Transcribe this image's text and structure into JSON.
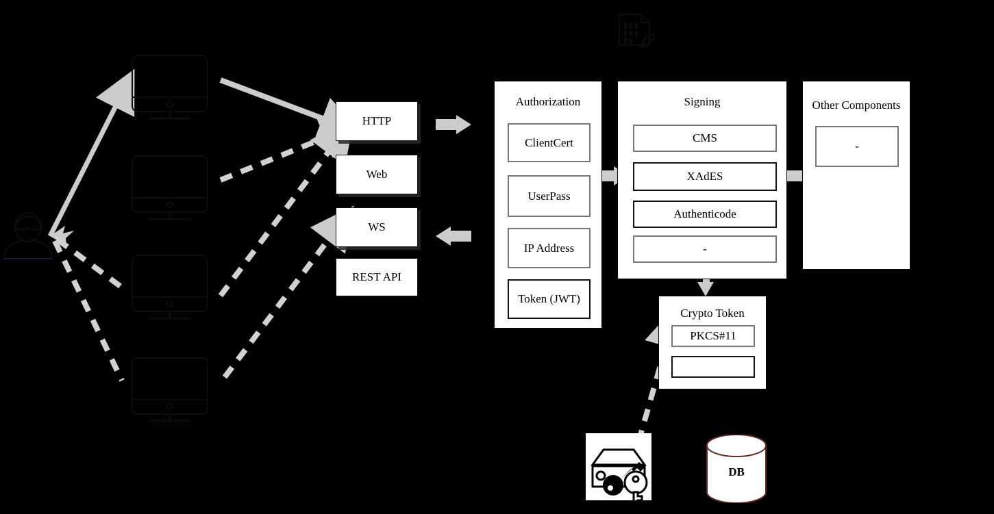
{
  "diagram": {
    "background_color": "#000000",
    "panel_fill": "#ffffff",
    "arrow_color": "#cccccc",
    "dashed_color": "#d2d2d2",
    "inner_box_border": "#777777",
    "db_outline_color": "#5c2c24",
    "icon_stroke_color": "#0d0d0d"
  },
  "actor": {
    "name": "user-actor-icon"
  },
  "clients": [
    {
      "name": "client-workstation-1",
      "icon": "monitor-icon"
    },
    {
      "name": "client-workstation-2",
      "icon": "monitor-icon"
    },
    {
      "name": "client-workstation-3",
      "icon": "monitor-icon"
    },
    {
      "name": "client-workstation-4",
      "icon": "monitor-icon"
    }
  ],
  "protocols": {
    "items": [
      {
        "label": "HTTP"
      },
      {
        "label": "Web"
      },
      {
        "label": "WS"
      },
      {
        "label": "REST API"
      }
    ]
  },
  "authorization": {
    "title": "Authorization",
    "items": [
      {
        "label": "ClientCert"
      },
      {
        "label": "UserPass"
      },
      {
        "label": "IP Address"
      },
      {
        "label": "Token (JWT)"
      }
    ]
  },
  "signing": {
    "title": "Signing",
    "items": [
      {
        "label": "CMS"
      },
      {
        "label": "XAdES"
      },
      {
        "label": "Authenticode"
      },
      {
        "label": "-"
      }
    ]
  },
  "other_components": {
    "title": "Other Components",
    "items": [
      {
        "label": "-"
      }
    ]
  },
  "crypto_token": {
    "title": "Crypto Token",
    "items": [
      {
        "label": "PKCS#11"
      },
      {
        "label": ""
      }
    ]
  },
  "hsm": {
    "name": "hsm-key-icon",
    "label": ""
  },
  "database": {
    "label": "DB"
  },
  "document_icon": {
    "name": "signed-document-icon"
  }
}
